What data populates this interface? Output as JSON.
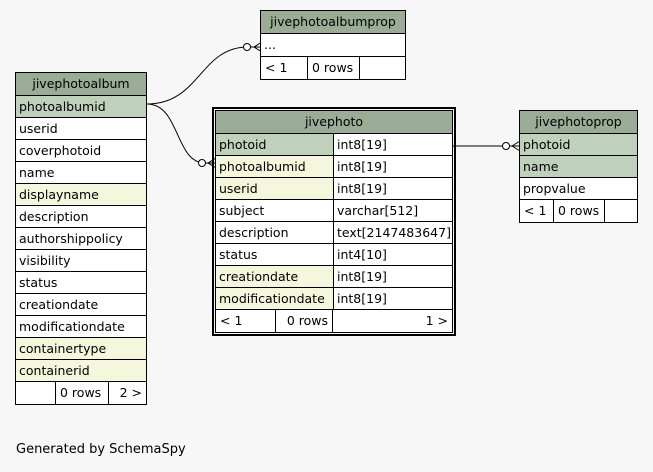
{
  "tables": {
    "jivephotoalbumprop": {
      "title": "jivephotoalbumprop",
      "columns": [
        {
          "name": "..."
        }
      ],
      "footer": {
        "parents": "< 1",
        "rows": "0 rows",
        "children": ""
      }
    },
    "jivephotoalbum": {
      "title": "jivephotoalbum",
      "columns": [
        {
          "name": "photoalbumid",
          "kind": "pk"
        },
        {
          "name": "userid",
          "kind": ""
        },
        {
          "name": "coverphotoid",
          "kind": ""
        },
        {
          "name": "name",
          "kind": ""
        },
        {
          "name": "displayname",
          "kind": "fk"
        },
        {
          "name": "description",
          "kind": ""
        },
        {
          "name": "authorshippolicy",
          "kind": ""
        },
        {
          "name": "visibility",
          "kind": ""
        },
        {
          "name": "status",
          "kind": ""
        },
        {
          "name": "creationdate",
          "kind": ""
        },
        {
          "name": "modificationdate",
          "kind": ""
        },
        {
          "name": "containertype",
          "kind": "fk"
        },
        {
          "name": "containerid",
          "kind": "fk"
        }
      ],
      "footer": {
        "parents": "",
        "rows": "0 rows",
        "children": "2 >"
      }
    },
    "jivephoto": {
      "title": "jivephoto",
      "columns": [
        {
          "name": "photoid",
          "type": "int8[19]",
          "kind": "pk"
        },
        {
          "name": "photoalbumid",
          "type": "int8[19]",
          "kind": "fk"
        },
        {
          "name": "userid",
          "type": "int8[19]",
          "kind": "fk"
        },
        {
          "name": "subject",
          "type": "varchar[512]",
          "kind": ""
        },
        {
          "name": "description",
          "type": "text[2147483647]",
          "kind": ""
        },
        {
          "name": "status",
          "type": "int4[10]",
          "kind": ""
        },
        {
          "name": "creationdate",
          "type": "int8[19]",
          "kind": "fk"
        },
        {
          "name": "modificationdate",
          "type": "int8[19]",
          "kind": "fk"
        }
      ],
      "footer": {
        "parents": "< 1",
        "rows": "0 rows",
        "children": "1 >"
      }
    },
    "jivephotoprop": {
      "title": "jivephotoprop",
      "columns": [
        {
          "name": "photoid",
          "kind": "pk"
        },
        {
          "name": "name",
          "kind": "pk"
        },
        {
          "name": "propvalue",
          "kind": ""
        }
      ],
      "footer": {
        "parents": "< 1",
        "rows": "0 rows",
        "children": ""
      }
    }
  },
  "generated_by": "Generated by SchemaSpy"
}
